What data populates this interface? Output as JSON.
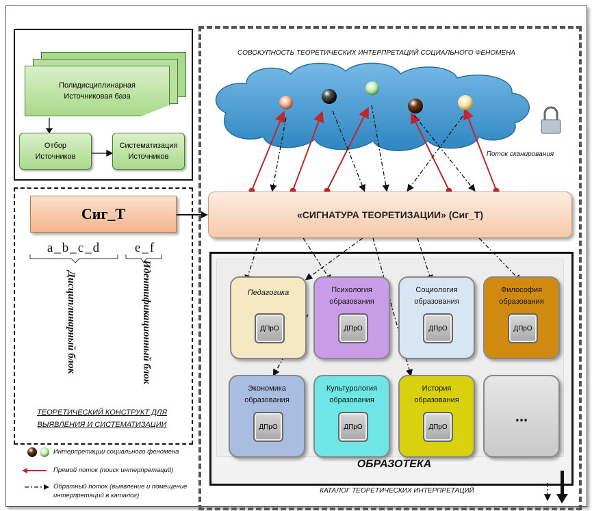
{
  "cloud": {
    "caption": "СОВОКУПНОСТЬ ТЕОРЕТИЧЕСКИХ ИНТЕРПРЕТАЦИЙ СОЦИАЛЬНОГО ФЕНОМЕНА",
    "scan_flow": "Поток сканирования"
  },
  "sources": {
    "base": "Полидисциплинарная Источниковая база",
    "selection": "Отбор Источников",
    "systematization": "Систематизация Источников"
  },
  "construct": {
    "sig_label": "Сиг_Т",
    "letters1": "a_b_c_d",
    "letters2": "e_f",
    "block1": "Дисциплинарный блок",
    "block2": "Идентификационный блок",
    "title": "ТЕОРЕТИЧЕСКИЙ КОНСТРУКТ ДЛЯ ВЫЯВЛЕНИЯ И СИСТЕМАТИЗАЦИИ"
  },
  "signature": {
    "label": "«СИГНАТУРА ТЕОРЕТИЗАЦИИ» (Сиг_Т)"
  },
  "catalog": {
    "name": "ОБРАЗОТЕКА",
    "caption": "КАТАЛОГ ТЕОРЕТИЧЕСКИХ ИНТЕРПРЕТАЦИЙ",
    "badge": "ДПрО",
    "more": "...",
    "cards": [
      {
        "title": "Педагогика",
        "color": "#f4e9c3"
      },
      {
        "title": "Психология образования",
        "color": "#c99ce8"
      },
      {
        "title": "Социология образования",
        "color": "#d8e6f4"
      },
      {
        "title": "Философия образования",
        "color": "#d08a10"
      },
      {
        "title": "Экономика образования",
        "color": "#a9bde0"
      },
      {
        "title": "Культурология образования",
        "color": "#6ee6e6"
      },
      {
        "title": "История образования",
        "color": "#d9d10e"
      }
    ]
  },
  "legend": {
    "interpretations": "Интерпретации социального феномена",
    "direct": "Прямой поток (поиск интерпретаций)",
    "reverse": "Обратный поток (выявление и помещение интерпретаций в каталог)"
  },
  "colors": {
    "cloud": "#3f97cf",
    "direct_flow": "#c0262b",
    "signature_fill": "#fbe2cf",
    "source_green": "#a9d98a",
    "sig_box": "#f6c7a6"
  }
}
